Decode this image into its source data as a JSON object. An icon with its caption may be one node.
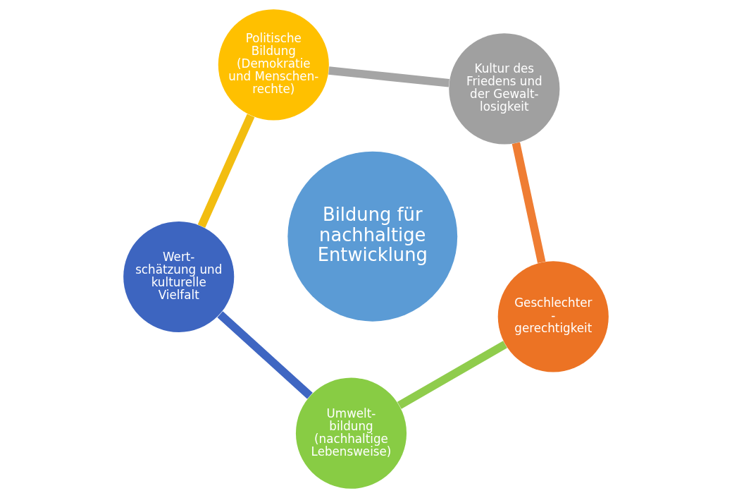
{
  "diagram": {
    "nodes": [
      {
        "text": [
          "Geschlechter - gerechtigkeit"
        ]
      },
      {
        "text": [
          "Umwelt- bildung (nachhaltige Lebensweise)"
        ]
      },
      {
        "text": [
          "Kultur des Friedens und der Gewalt- losigkeit"
        ]
      },
      {
        "text": [
          "Bildung für nachhaltige Entwicklung"
        ]
      },
      {
        "text": [
          "Wert- schätzung und kulturelle Vielfalt"
        ]
      },
      {
        "text": [
          "Politische Bildung (Demokratie und Menschen- rechte)"
        ]
      }
    ],
    "edges": [
      {
        "from": 0,
        "to": 2,
        "arrow": "none",
        "color": "#ef7d33"
      },
      {
        "from": 2,
        "to": 5,
        "arrow": "none",
        "color": "#a5a5a5"
      },
      {
        "from": 5,
        "to": 4,
        "arrow": "none",
        "color": "#f2bd10"
      },
      {
        "from": 4,
        "to": 1,
        "arrow": "none",
        "color": "#3f66c2"
      },
      {
        "from": 1,
        "to": 0,
        "arrow": "none",
        "color": "#8fcc4c"
      }
    ]
  }
}
